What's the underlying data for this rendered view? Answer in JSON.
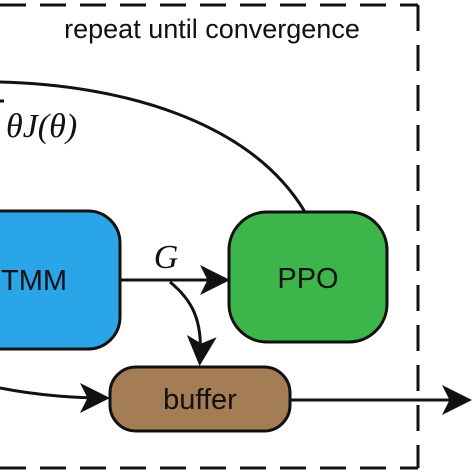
{
  "loop": {
    "title": "repeat until convergence"
  },
  "gradient_label": "∇θJ(θ)",
  "gradient_label_visible": "θJ(θ)",
  "nodes": {
    "tmm": {
      "label": "TMM",
      "color": "#2aa5e8"
    },
    "ppo": {
      "label": "PPO",
      "color": "#3cb54a"
    },
    "buffer": {
      "label": "buffer",
      "color": "#a57d55"
    }
  },
  "edges": {
    "g_label": "G"
  },
  "colors": {
    "stroke": "#111111",
    "background": "#ffffff"
  }
}
